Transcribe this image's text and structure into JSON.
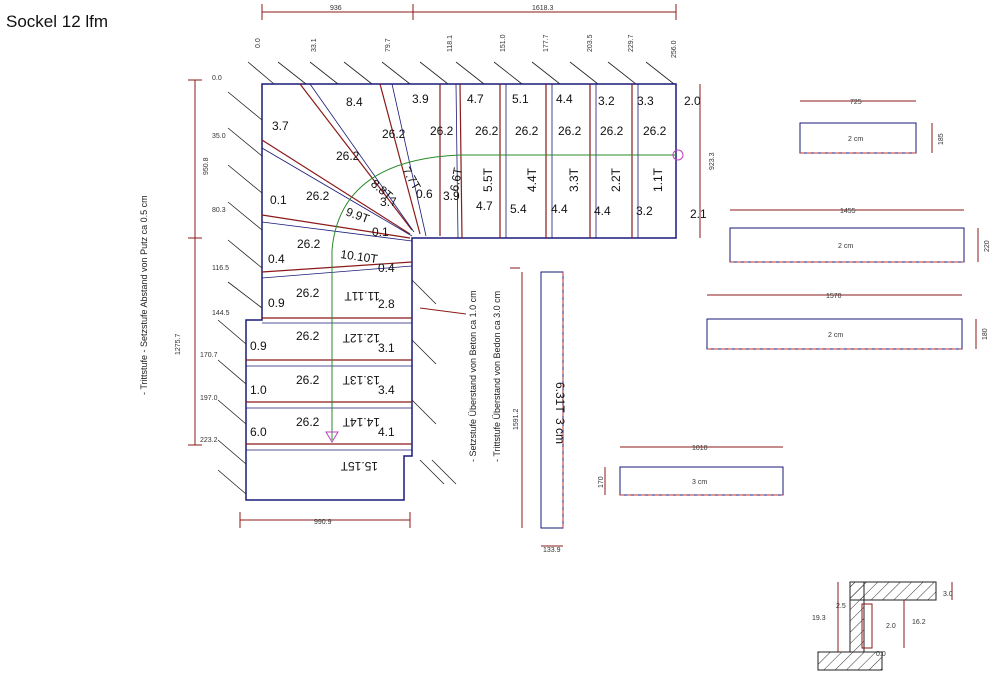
{
  "title": "Sockel 12 lfm",
  "top_dims": {
    "d1": "936",
    "d2": "1618.3"
  },
  "top_ticks": [
    "0.0",
    "33.1",
    "79.7",
    "118.1",
    "151.0",
    "177.7",
    "203.5",
    "229.7",
    "256.0"
  ],
  "left_ticks": [
    "0.0",
    "35.0",
    "80.3",
    "116.5",
    "144.5",
    "170.7",
    "197.0",
    "223.2"
  ],
  "left_dims": {
    "upper": "950.8",
    "lower": "1275.7"
  },
  "right_dim": "923.3",
  "bottom_dim": "990.9",
  "notes": {
    "left": "- Trittstufe - Setzstufe Abstand von Putz ca 0.5 cm",
    "setz": "- Setzstufe Überstand von Beton ca 1.0 cm",
    "tritt": "- Trittstufe Überstand von Bedon ca 3.0 cm"
  },
  "top_run": {
    "upper": [
      "4.7",
      "5.1",
      "4.4",
      "3.2",
      "3.3",
      "2.0"
    ],
    "going": [
      "26.2",
      "26.2",
      "26.2",
      "26.2",
      "26.2"
    ],
    "steps": [
      "6.6T",
      "5.5T",
      "4.4T",
      "3.3T",
      "2.2T",
      "1.1T"
    ],
    "lower": [
      "3.9",
      "4.7",
      "5.4",
      "4.4",
      "4.4",
      "3.2",
      "2.1"
    ]
  },
  "winders": {
    "a": "8.4",
    "b": "3.9",
    "c": "3.7",
    "d": "26.2",
    "e": "26.2",
    "f": "26.2",
    "g": "26.2",
    "t7": "7.7T",
    "t8": "8.8T",
    "t9": "9.9T",
    "g1": "0.6",
    "g2": "3.7",
    "g3": "0.1",
    "g4": "0.1"
  },
  "left_run": [
    {
      "l": "0.4",
      "g": "26.2",
      "t": "10.10T",
      "r": "0.4"
    },
    {
      "l": "0.9",
      "g": "26.2",
      "t": "11.11T",
      "r": "2.8"
    },
    {
      "l": "0.9",
      "g": "26.2",
      "t": "12.12T",
      "r": "3.1"
    },
    {
      "l": "1.0",
      "g": "26.2",
      "t": "13.13T",
      "r": "3.4"
    },
    {
      "l": "6.0",
      "g": "26.2",
      "t": "14.14T",
      "r": "4.1"
    }
  ],
  "last_step": "15.15T",
  "long_board": {
    "label": "6.31T",
    "thick": "3 cm",
    "len": "1591.2",
    "width": "133.9"
  },
  "boards": [
    {
      "w": "725",
      "h": "185",
      "label": "2 cm"
    },
    {
      "w": "1455",
      "h": "220",
      "label": "2 cm"
    },
    {
      "w": "1570",
      "h": "180",
      "label": "2 cm"
    },
    {
      "w": "1010",
      "h": "170",
      "label": "3 cm"
    }
  ],
  "detail": {
    "a": "3.0",
    "b": "2.5",
    "c": "19.3",
    "d": "2.0",
    "e": "16.2",
    "f": "0.0"
  }
}
